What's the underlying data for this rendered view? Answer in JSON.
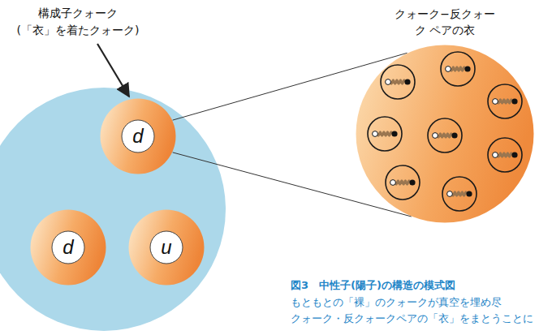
{
  "diagram": {
    "caption": "図3　中性子(陽子)の構造の模式図",
    "nodes": [
      {
        "text": [
          "d"
        ]
      },
      {
        "text": [
          "d"
        ]
      },
      {
        "text": [
          "u"
        ]
      },
      {
        "text": [
          "クォーク−反クォーク ペアの衣"
        ]
      }
    ],
    "edges": [
      {
        "from": 0,
        "to": 3,
        "arrow": "none"
      },
      {
        "from": 0,
        "to": 3,
        "arrow": "none"
      }
    ],
    "labels": [
      "構成子クォーク",
      "(「衣」を着たクォーク)",
      "もともとの「裸」のクォークが真空を埋め尽",
      "クォーク・反クォークペアの「衣」をまとうことに"
    ]
  }
}
